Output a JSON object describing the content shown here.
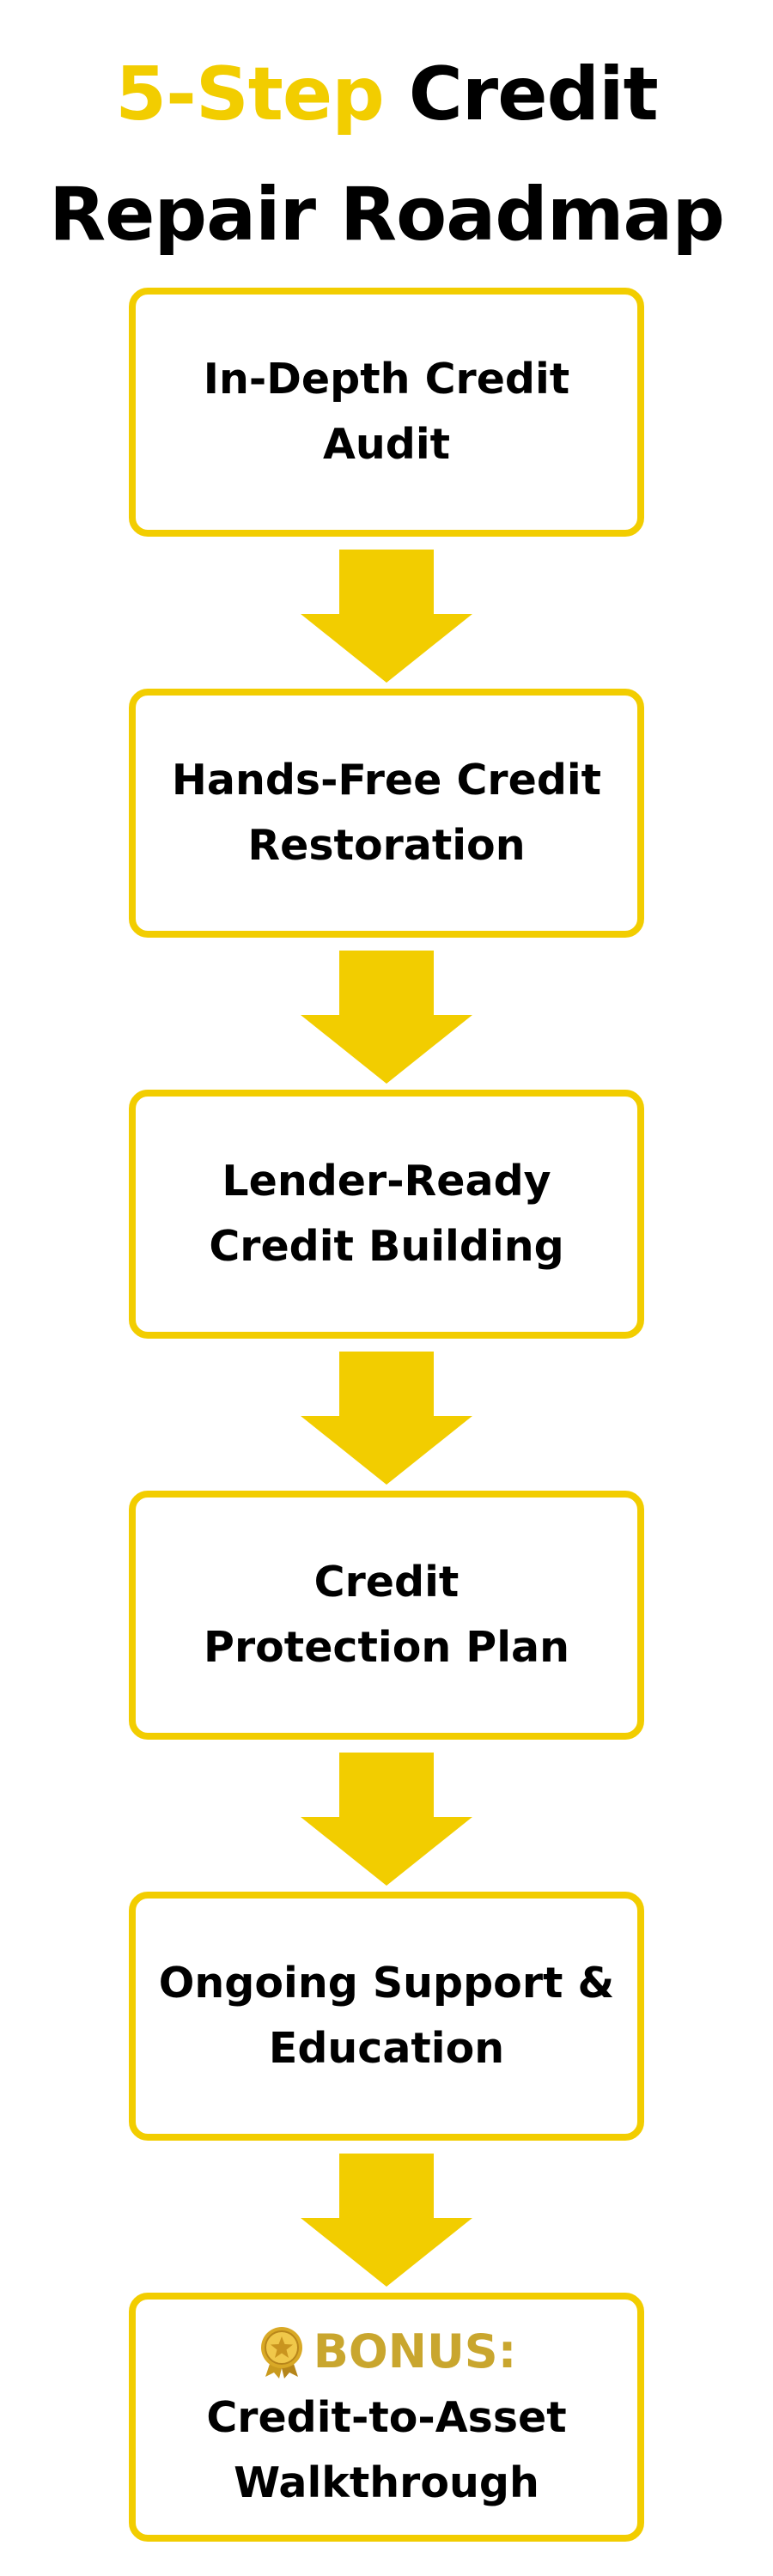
{
  "title": {
    "accent": "5-Step",
    "rest_line1": " Credit",
    "line2": "Repair Roadmap"
  },
  "steps": [
    {
      "line1": "In-Depth Credit",
      "line2": "Audit"
    },
    {
      "line1": "Hands-Free Credit",
      "line2": "Restoration"
    },
    {
      "line1": "Lender-Ready",
      "line2": "Credit Building"
    },
    {
      "line1": "Credit",
      "line2": "Protection Plan"
    },
    {
      "line1": "Ongoing Support &",
      "line2": "Education"
    }
  ],
  "bonus": {
    "label": "BONUS:",
    "line1": "Credit-to-Asset",
    "line2": "Walkthrough",
    "icon": "gold-medal-icon"
  },
  "colors": {
    "accent": "#f2cd00",
    "bonus_gold": "#c9a62e",
    "text": "#000000",
    "background": "#ffffff"
  }
}
